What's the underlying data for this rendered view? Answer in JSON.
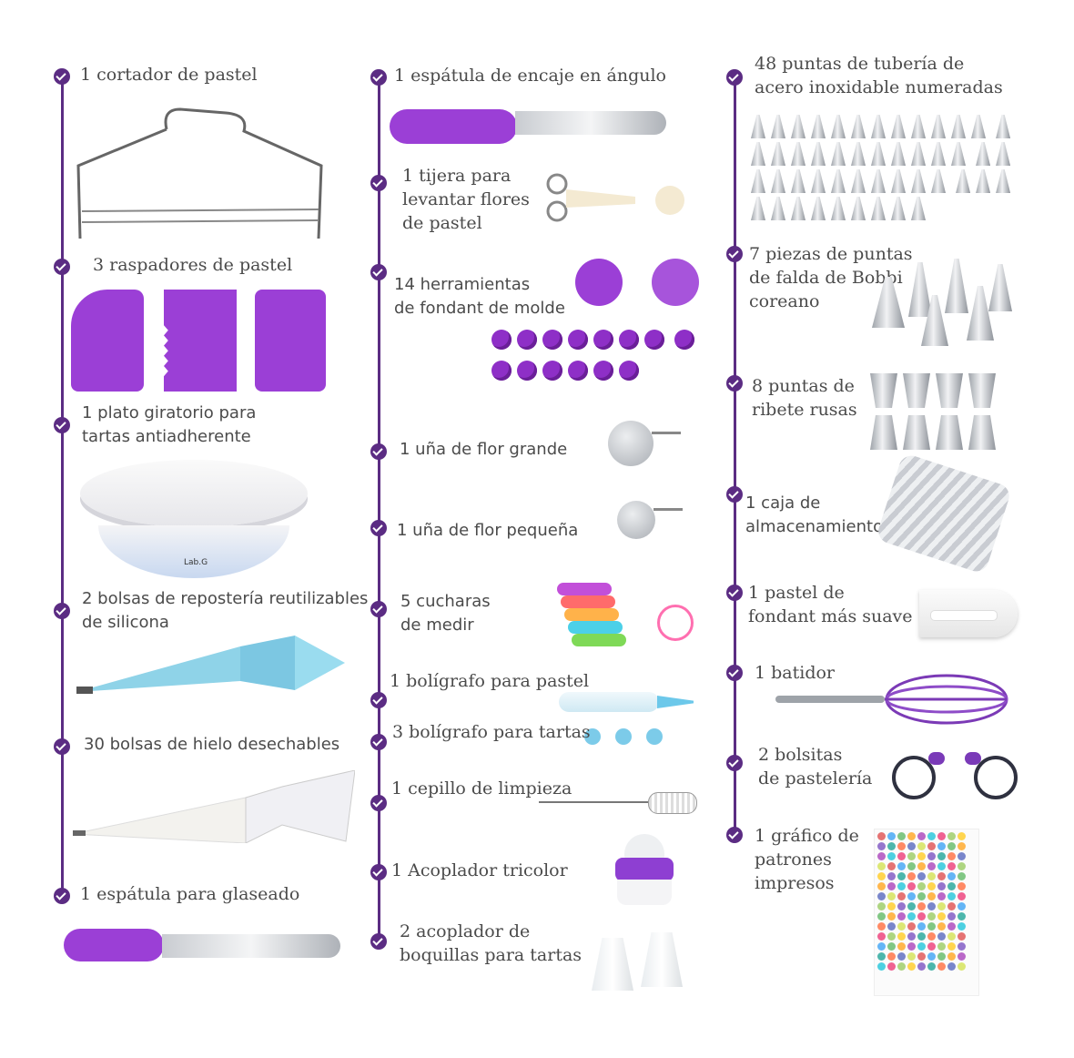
{
  "items": {
    "c1": [
      "1 cortador de pastel",
      "3 raspadores de pastel",
      "1 plato giratorio para\ntartas antiadherente",
      "2 bolsas de repostería reutilizables\nde silicona",
      "30 bolsas de hielo desechables",
      "1 espátula para glaseado"
    ],
    "c2": [
      "1 espátula de encaje en ángulo",
      "1 tijera para\nlevantar flores\nde pastel",
      "14 herramientas\nde fondant de molde",
      "1 uña de flor grande",
      "1 uña de flor pequeña",
      "5 cucharas\nde medir",
      "1 bolígrafo para pastel",
      "3 bolígrafo para tartas",
      "1 cepillo de limpieza",
      "1 Acoplador tricolor",
      "2 acoplador de\nboquillas para tartas"
    ],
    "c3": [
      "48 puntas de tubería de\nacero inoxidable numeradas",
      "7 piezas de puntas\nde falda de Bobbi\ncoreano",
      "8 puntas de\nribete rusas",
      "1 caja de\nalmacenamiento",
      "1 pastel de\nfondant más suave",
      "1 batidor",
      "2 bolsitas\nde pastelería",
      "1 gráfico de\npatrones\nimpresos"
    ]
  },
  "brand_label": "Lab.G",
  "colors": {
    "accent": "#5b2c83",
    "tool_purple": "#9b3fd6",
    "bag_blue": "#8fd3e8"
  }
}
